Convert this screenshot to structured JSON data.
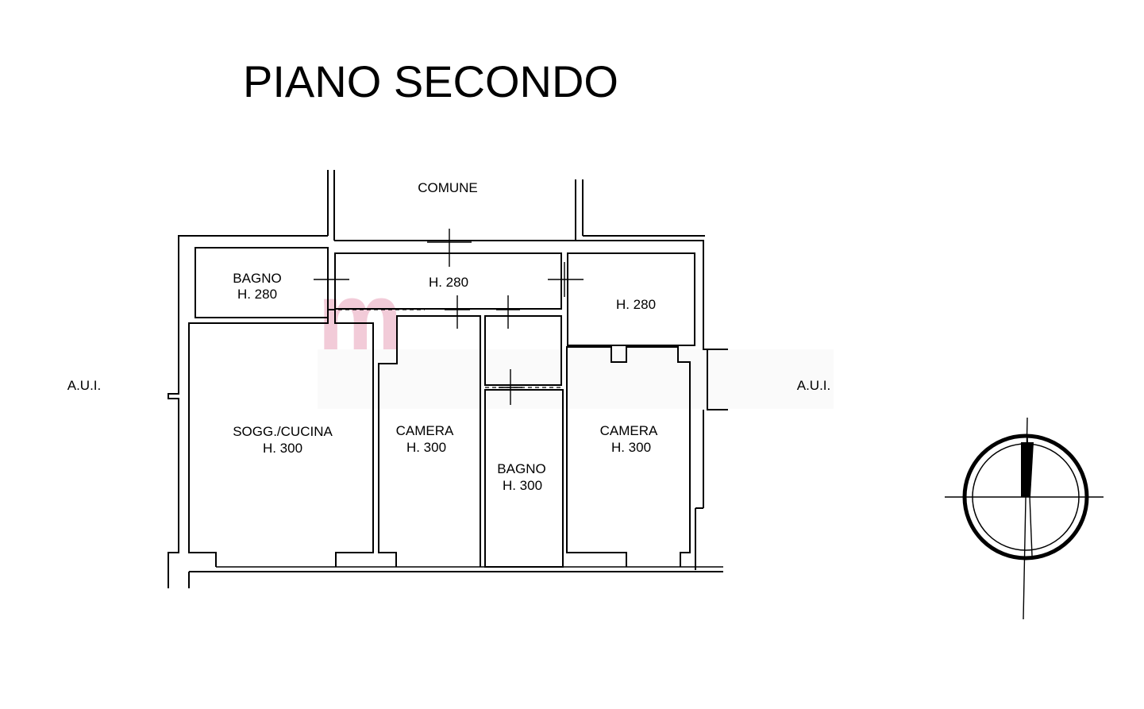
{
  "title": "PIANO SECONDO",
  "labels": {
    "comune": "COMUNE",
    "aui_left": "A.U.I.",
    "aui_right": "A.U.I."
  },
  "rooms": [
    {
      "name": "BAGNO",
      "height": "H. 280"
    },
    {
      "name": "",
      "height": "H. 280"
    },
    {
      "name": "",
      "height": "H. 280"
    },
    {
      "name": "SOGG./CUCINA",
      "height": "H. 300"
    },
    {
      "name": "CAMERA",
      "height": "H. 300"
    },
    {
      "name": "BAGNO",
      "height": "H. 300"
    },
    {
      "name": "CAMERA",
      "height": "H. 300"
    }
  ],
  "watermark": {
    "text": "m",
    "color": "#e8a0b8"
  },
  "compass": {
    "icon": "north-arrow-icon"
  }
}
